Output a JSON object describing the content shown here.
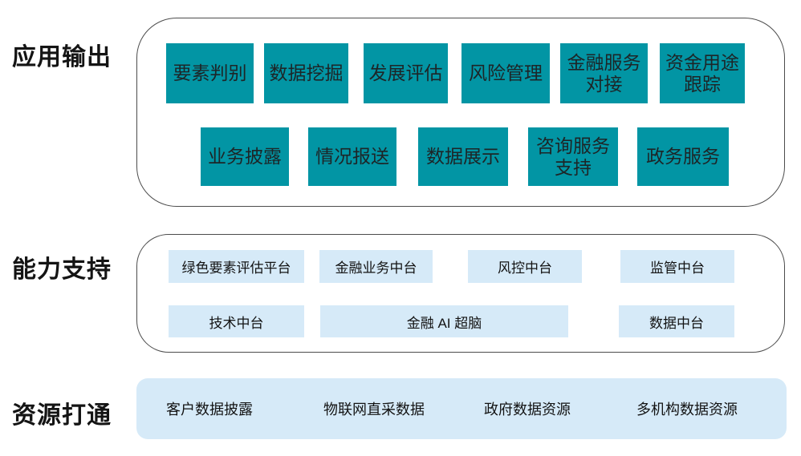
{
  "colors": {
    "teal_box": "#0295a4",
    "light_blue_box": "#d6eaf8",
    "panel_border": "#4c4c4c",
    "text": "#141414"
  },
  "sections": {
    "s1": {
      "label": "应用输出",
      "row1": [
        "要素判别",
        "数据挖掘",
        "发展评估",
        "风险管理",
        "金融服务\n对接",
        "资金用途\n跟踪"
      ],
      "row2": [
        "业务披露",
        "情况报送",
        "数据展示",
        "咨询服务\n支持",
        "政务服务"
      ]
    },
    "s2": {
      "label": "能力支持",
      "row1": [
        "绿色要素评估平台",
        "金融业务中台",
        "风控中台",
        "监管中台"
      ],
      "row2": [
        "技术中台",
        "金融 AI 超脑",
        "数据中台"
      ]
    },
    "s3": {
      "label": "资源打通",
      "items": [
        "客户数据披露",
        "物联网直采数据",
        "政府数据资源",
        "多机构数据资源"
      ]
    }
  }
}
